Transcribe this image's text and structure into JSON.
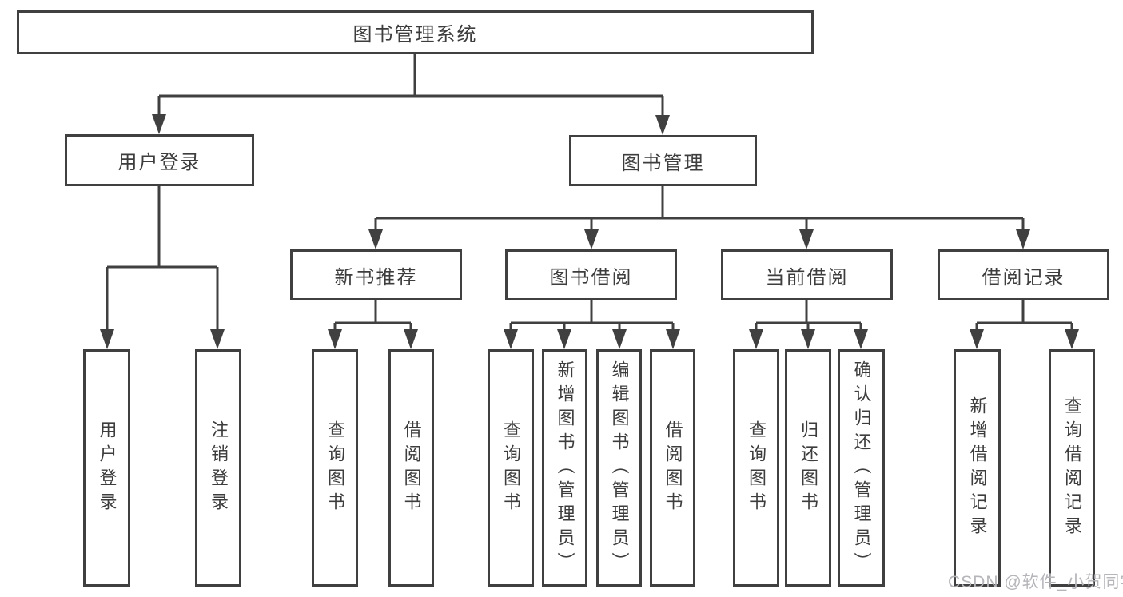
{
  "tree": {
    "root": {
      "label": "图书管理系统",
      "children": [
        {
          "label": "用户登录",
          "children": [
            {
              "label": "用户登录"
            },
            {
              "label": "注销登录"
            }
          ]
        },
        {
          "label": "图书管理",
          "children": [
            {
              "label": "新书推荐",
              "children": [
                {
                  "label": "查询图书"
                },
                {
                  "label": "借阅图书"
                }
              ]
            },
            {
              "label": "图书借阅",
              "children": [
                {
                  "label": "查询图书"
                },
                {
                  "label": "新增图书（管理员）"
                },
                {
                  "label": "编辑图书（管理员）"
                },
                {
                  "label": "借阅图书"
                }
              ]
            },
            {
              "label": "当前借阅",
              "children": [
                {
                  "label": "查询图书"
                },
                {
                  "label": "归还图书"
                },
                {
                  "label": "确认归还（管理员）"
                }
              ]
            },
            {
              "label": "借阅记录",
              "children": [
                {
                  "label": "新增借阅记录"
                },
                {
                  "label": "查询借阅记录"
                }
              ]
            }
          ]
        }
      ]
    }
  },
  "watermark": {
    "text": "CSDN @软件_小贺同学"
  },
  "colors": {
    "line": "#404040",
    "box_border": "#404040",
    "text": "#3d3d3d",
    "watermark": "#b5b5ba",
    "background": "#ffffff"
  }
}
